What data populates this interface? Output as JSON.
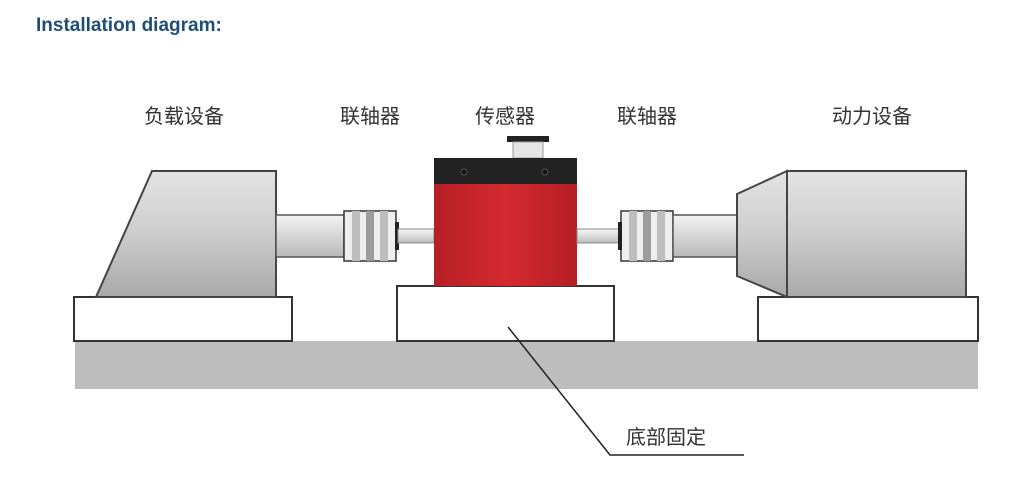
{
  "heading": "Installation diagram:",
  "labels": {
    "load_device": "负载设备",
    "coupling_left": "联轴器",
    "sensor": "传感器",
    "coupling_right": "联轴器",
    "power_device": "动力设备",
    "base_fixed": "底部固定"
  },
  "colors": {
    "heading": "#1f4e79",
    "sensor_body": "#c8262c",
    "sensor_top": "#222222",
    "ground": "#bdbdbd",
    "machine": "#c6c6c6"
  }
}
